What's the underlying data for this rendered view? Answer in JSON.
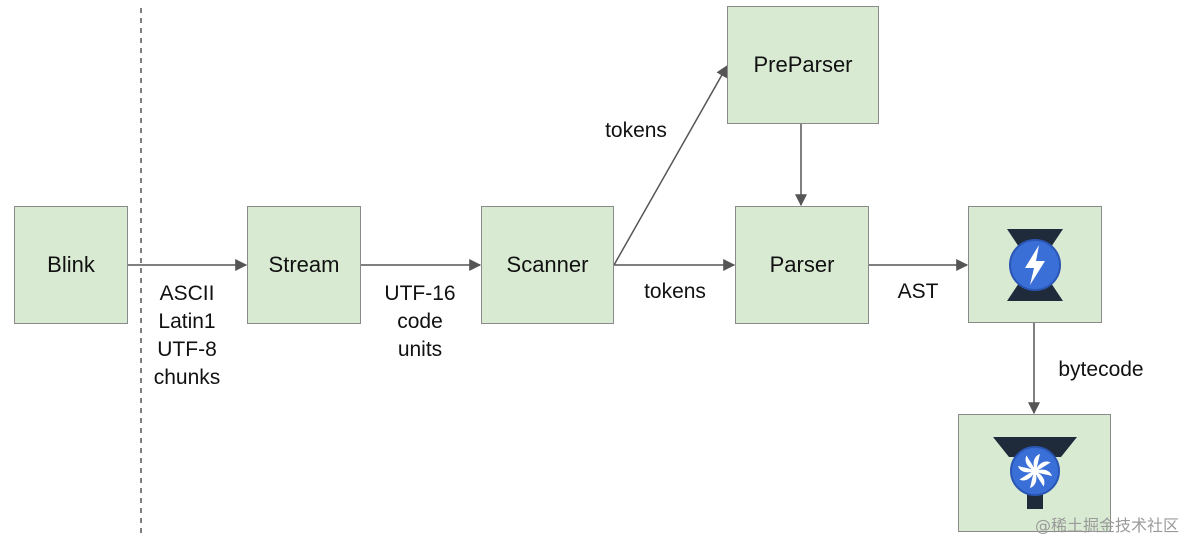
{
  "nodes": {
    "blink": "Blink",
    "stream": "Stream",
    "scanner": "Scanner",
    "preparser": "PreParser",
    "parser": "Parser",
    "interpreter_icon": "ignition-logo-icon",
    "compiler_icon": "turbofan-logo-icon"
  },
  "edges": {
    "blink_to_stream": [
      "ASCII",
      "Latin1",
      "UTF-8",
      "chunks"
    ],
    "stream_to_scanner": [
      "UTF-16",
      "code",
      "units"
    ],
    "scanner_to_preparser": "tokens",
    "scanner_to_parser": "tokens",
    "parser_to_interpreter": "AST",
    "interpreter_to_compiler": "bytecode"
  },
  "watermark": "@稀土掘金技术社区",
  "colors": {
    "box_fill": "#d9ead3",
    "box_border": "#8a8a8a",
    "arrow": "#555555",
    "icon_blue": "#3b6fd8"
  }
}
